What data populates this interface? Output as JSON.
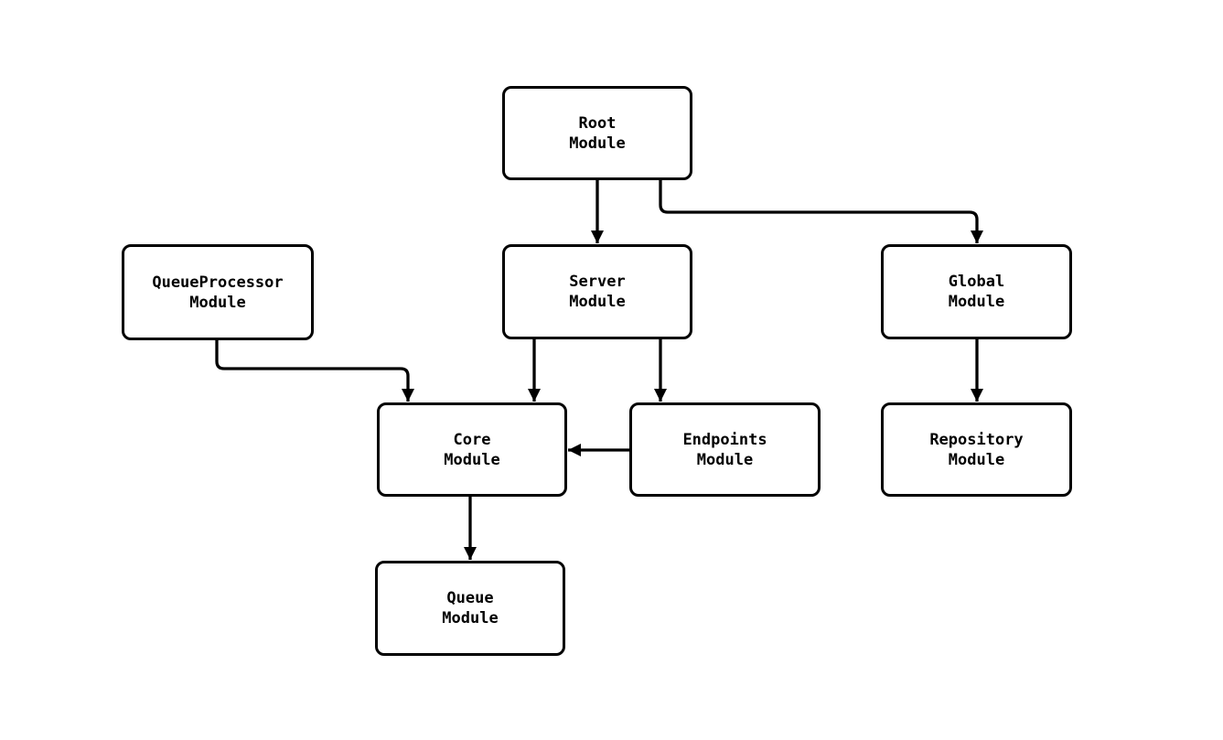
{
  "diagram": {
    "type": "flowchart",
    "background_color": "#ffffff",
    "node_fill_color": "#ffffff",
    "node_border_color": "#000000",
    "edge_color": "#000000",
    "text_color": "#000000",
    "nodes": [
      {
        "id": "root",
        "line1": "Root",
        "line2": "Module"
      },
      {
        "id": "server",
        "line1": "Server",
        "line2": "Module"
      },
      {
        "id": "queueprocessor",
        "line1": "QueueProcessor",
        "line2": "Module"
      },
      {
        "id": "global",
        "line1": "Global",
        "line2": "Module"
      },
      {
        "id": "core",
        "line1": "Core",
        "line2": "Module"
      },
      {
        "id": "endpoints",
        "line1": "Endpoints",
        "line2": "Module"
      },
      {
        "id": "repository",
        "line1": "Repository",
        "line2": "Module"
      },
      {
        "id": "queue",
        "line1": "Queue",
        "line2": "Module"
      }
    ],
    "edges": [
      {
        "from": "Root Module",
        "to": "Server Module"
      },
      {
        "from": "Root Module",
        "to": "Global Module"
      },
      {
        "from": "QueueProcessor Module",
        "to": "Core Module"
      },
      {
        "from": "Server Module",
        "to": "Core Module"
      },
      {
        "from": "Server Module",
        "to": "Endpoints Module"
      },
      {
        "from": "Endpoints Module",
        "to": "Core Module"
      },
      {
        "from": "Global Module",
        "to": "Repository Module"
      },
      {
        "from": "Core Module",
        "to": "Queue Module"
      }
    ]
  }
}
